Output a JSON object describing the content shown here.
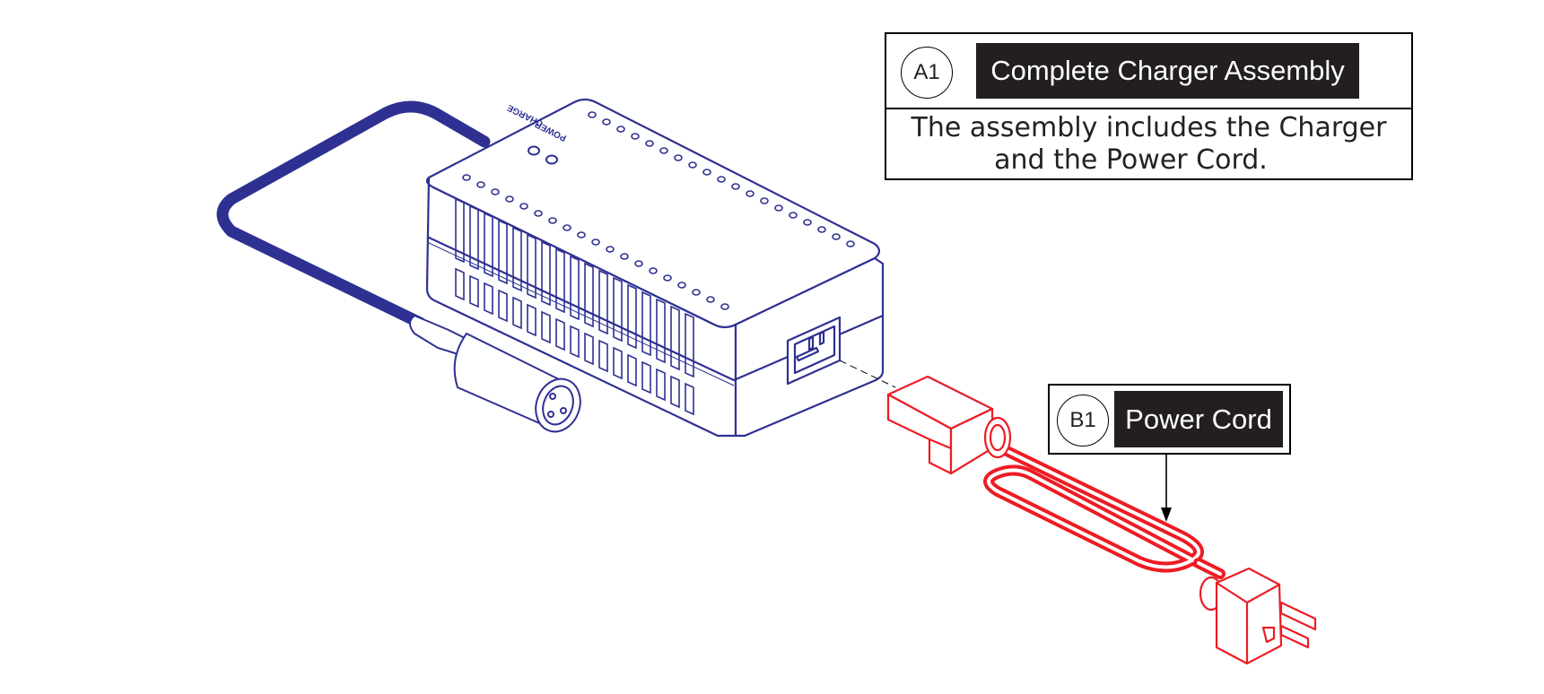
{
  "callout_a": {
    "ref": "A1",
    "title": "Complete Charger Assembly",
    "description_line1": "The assembly includes the Charger",
    "description_line2": "and the Power Cord."
  },
  "callout_b": {
    "ref": "B1",
    "title": "Power Cord"
  },
  "charger_labels": {
    "charge": "CHARGE",
    "power": "POWER"
  },
  "colors": {
    "charger": "#2e3192",
    "power_cord": "#ed1c24",
    "label_bg": "#231f20"
  }
}
